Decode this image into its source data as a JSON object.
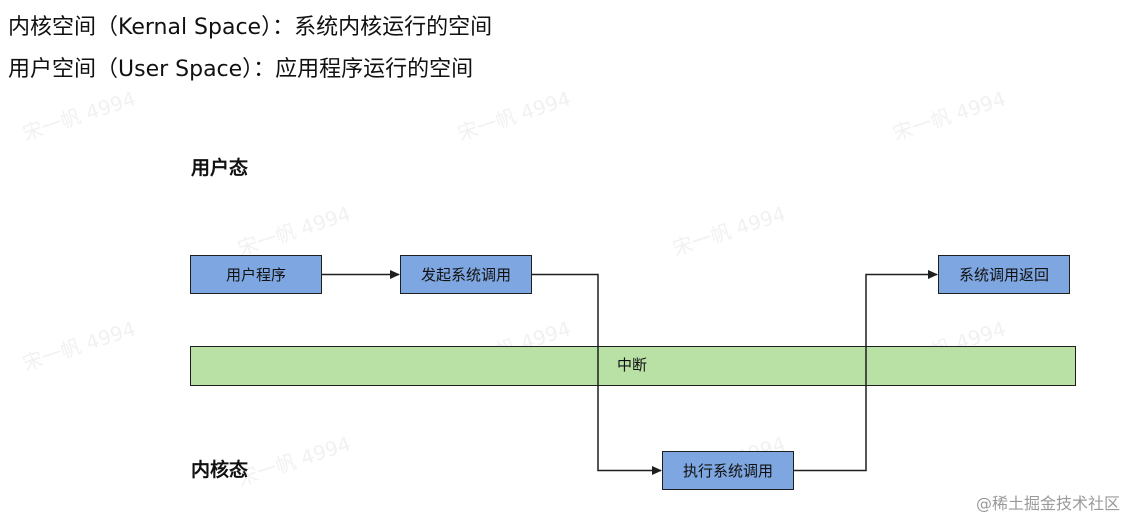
{
  "text_lines": [
    "内核空间（Kernal Space）：系统内核运行的空间",
    "用户空间（User Space）：应用程序运行的空间"
  ],
  "diagram": {
    "user_mode_label": "用户态",
    "kernel_mode_label": "内核态",
    "nodes": {
      "user_program": "用户程序",
      "syscall_start": "发起系统调用",
      "syscall_return": "系统调用返回",
      "exec_syscall": "执行系统调用"
    },
    "interrupt_label": "中断",
    "colors": {
      "box_fill": "#7ea6e0",
      "interrupt_fill": "#b9e0a5",
      "stroke": "#1f1f1f"
    }
  },
  "watermark_text": "宋一帆 4994",
  "footer_credit": "@稀土掘金技术社区"
}
